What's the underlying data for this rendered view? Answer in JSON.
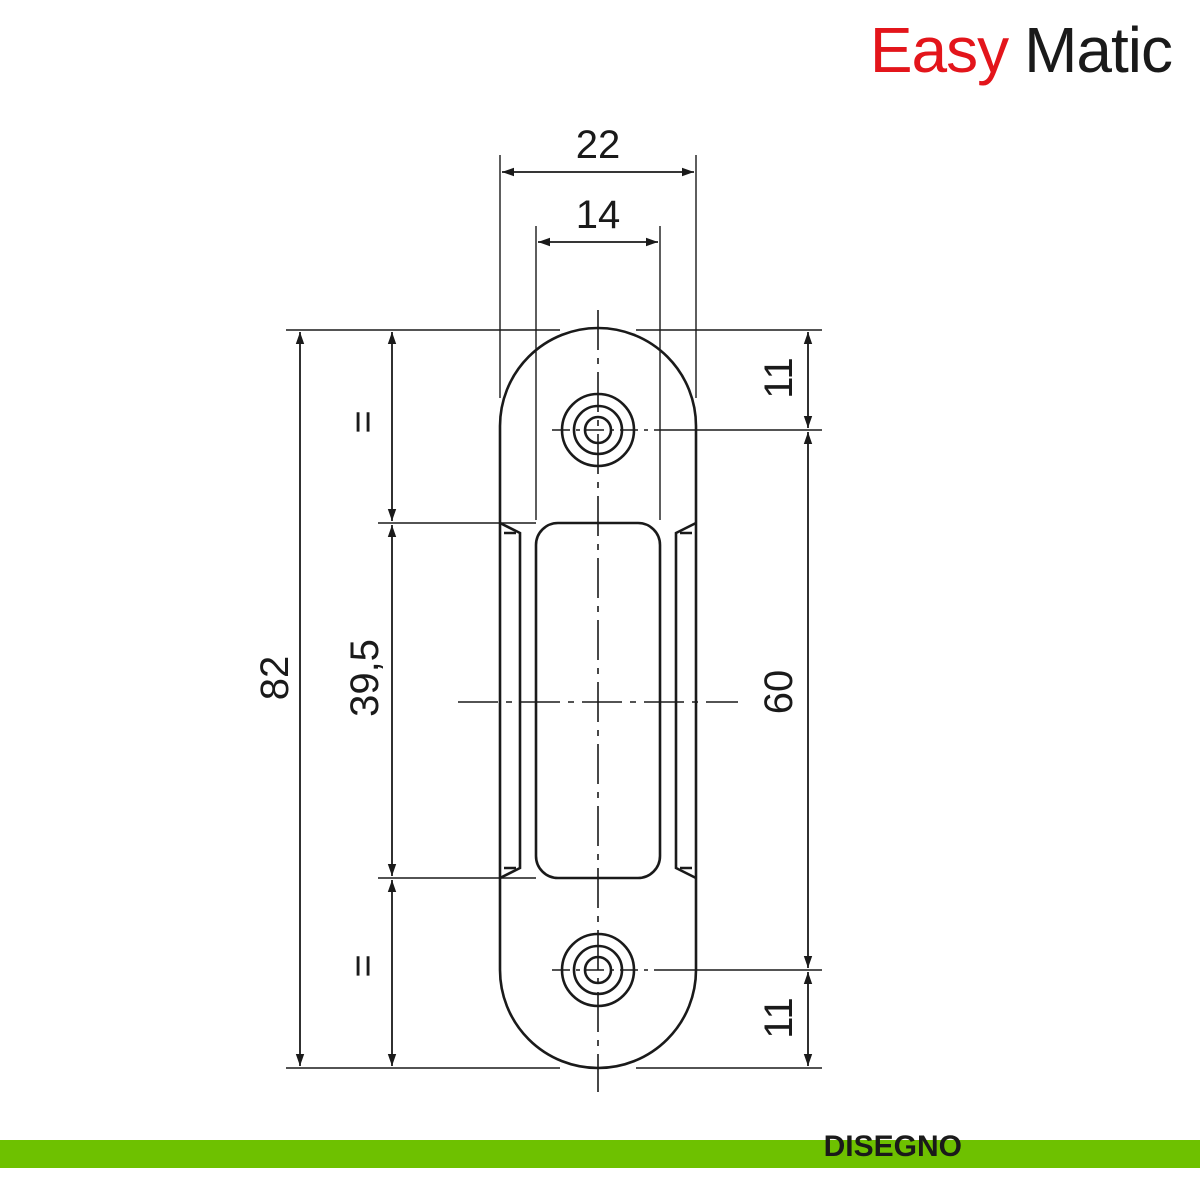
{
  "brand": {
    "word_a": "Easy",
    "word_b": "Matic"
  },
  "colors": {
    "brand_red": "#e3151b",
    "footer_green": "#6ec100",
    "ink": "#1a1a1a"
  },
  "dimensions": {
    "total_width": "22",
    "slot_width": "14",
    "total_length": "82",
    "slot_length": "39,5",
    "hole_spacing": "60",
    "top_hole_offset": "11",
    "bottom_hole_offset": "11",
    "equal_top": "=",
    "equal_bottom": "="
  },
  "footer": {
    "label": "DISEGNO"
  }
}
